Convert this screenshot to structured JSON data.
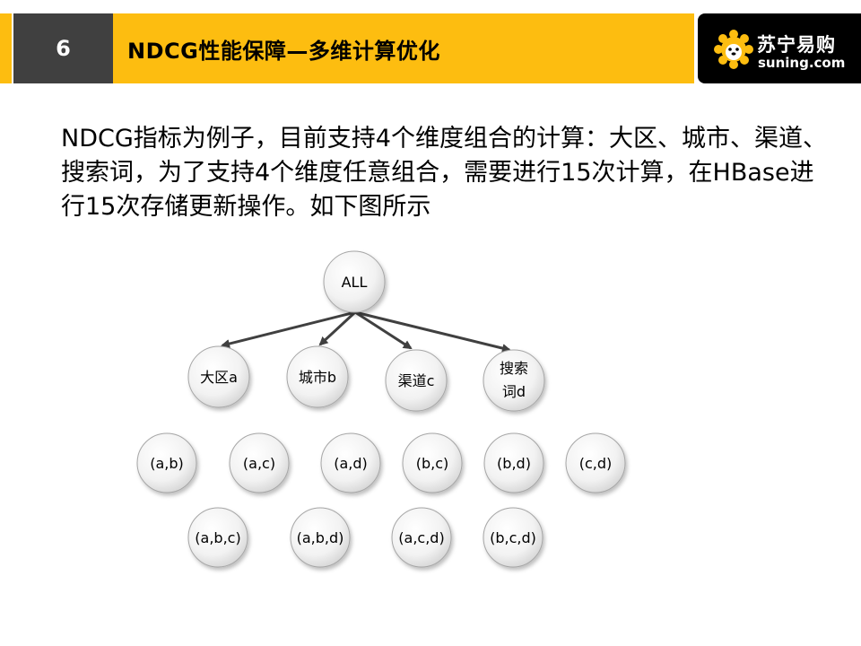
{
  "header": {
    "section_number": "6",
    "title": "NDCG性能保障—多维计算优化",
    "logo": {
      "name_cn": "苏宁易购",
      "name_en": "suning.com"
    }
  },
  "description": "NDCG指标为例子，目前支持4个维度组合的计算：大区、城市、渠道、搜索词，为了支持4个维度任意组合，需要进行15次计算，在HBase进行15次存储更新操作。如下图所示",
  "diagram": {
    "root": "ALL",
    "level1": [
      {
        "lines": [
          "大区a"
        ]
      },
      {
        "lines": [
          "城市b"
        ]
      },
      {
        "lines": [
          "渠道c"
        ]
      },
      {
        "lines": [
          "搜索",
          "词d"
        ]
      }
    ],
    "level2": [
      "(a,b)",
      "(a,c)",
      "(a,d)",
      "(b,c)",
      "(b,d)",
      "(c,d)"
    ],
    "level3": [
      "(a,b,c)",
      "(a,b,d)",
      "(a,c,d)",
      "(b,c,d)"
    ]
  },
  "colors": {
    "accent_yellow": "#fdbd10",
    "dark_box": "#404040",
    "logo_bg": "#000000",
    "node_fill_top": "#ffffff",
    "node_fill_bottom": "#d9d9d9",
    "arrow": "#404040"
  }
}
